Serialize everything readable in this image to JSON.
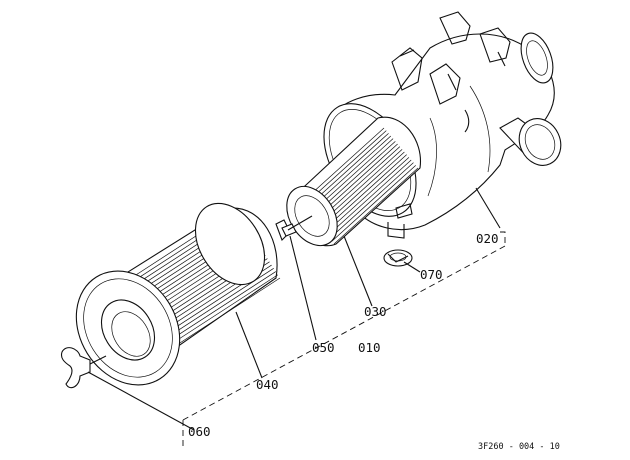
{
  "diagram": {
    "parts": [
      {
        "id": "020",
        "label": "020"
      },
      {
        "id": "070",
        "label": "070"
      },
      {
        "id": "030",
        "label": "030"
      },
      {
        "id": "050",
        "label": "050"
      },
      {
        "id": "010",
        "label": "010"
      },
      {
        "id": "040",
        "label": "040"
      },
      {
        "id": "060",
        "label": "060"
      }
    ],
    "reference_code": "3F260 - 004 - 10"
  }
}
